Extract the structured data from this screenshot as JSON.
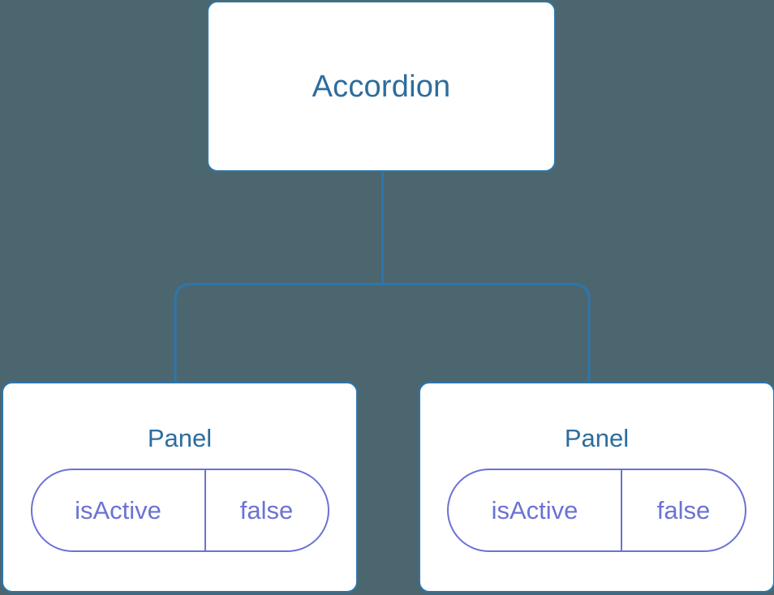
{
  "canvas": {
    "background_color": "#4c6670",
    "node_border_color": "#2d76ab",
    "node_fill_color": "#ffffff",
    "node_title_color": "#2d6d9e",
    "prop_color": "#6c72d4",
    "edge_color": "#2d76ab"
  },
  "tree": {
    "root": {
      "label": "Accordion"
    },
    "children": [
      {
        "label": "Panel",
        "props": [
          {
            "key": "isActive",
            "value": "false"
          }
        ]
      },
      {
        "label": "Panel",
        "props": [
          {
            "key": "isActive",
            "value": "false"
          }
        ]
      }
    ]
  }
}
